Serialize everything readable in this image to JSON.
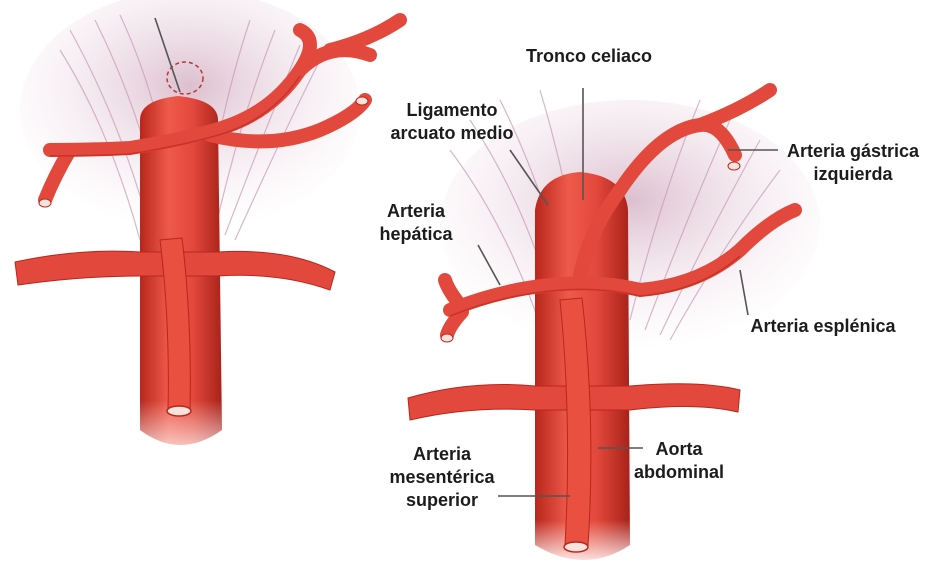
{
  "labels": {
    "tronco_celiaco": "Tronco celiaco",
    "ligamento_line1": "Ligamento",
    "ligamento_line2": "arcuato medio",
    "hepatica_line1": "Arteria",
    "hepatica_line2": "hepática",
    "gastrica_line1": "Arteria gástrica",
    "gastrica_line2": "izquierda",
    "esplenica": "Arteria esplénica",
    "aorta_line1": "Aorta",
    "aorta_line2": "abdominal",
    "mesenterica_line1": "Arteria",
    "mesenterica_line2": "mesentérica",
    "mesenterica_line3": "superior"
  },
  "colors": {
    "artery": "#e2483b",
    "artery_dark": "#b8261d",
    "ligament": "#c9a7ba",
    "leader": "#555555"
  }
}
